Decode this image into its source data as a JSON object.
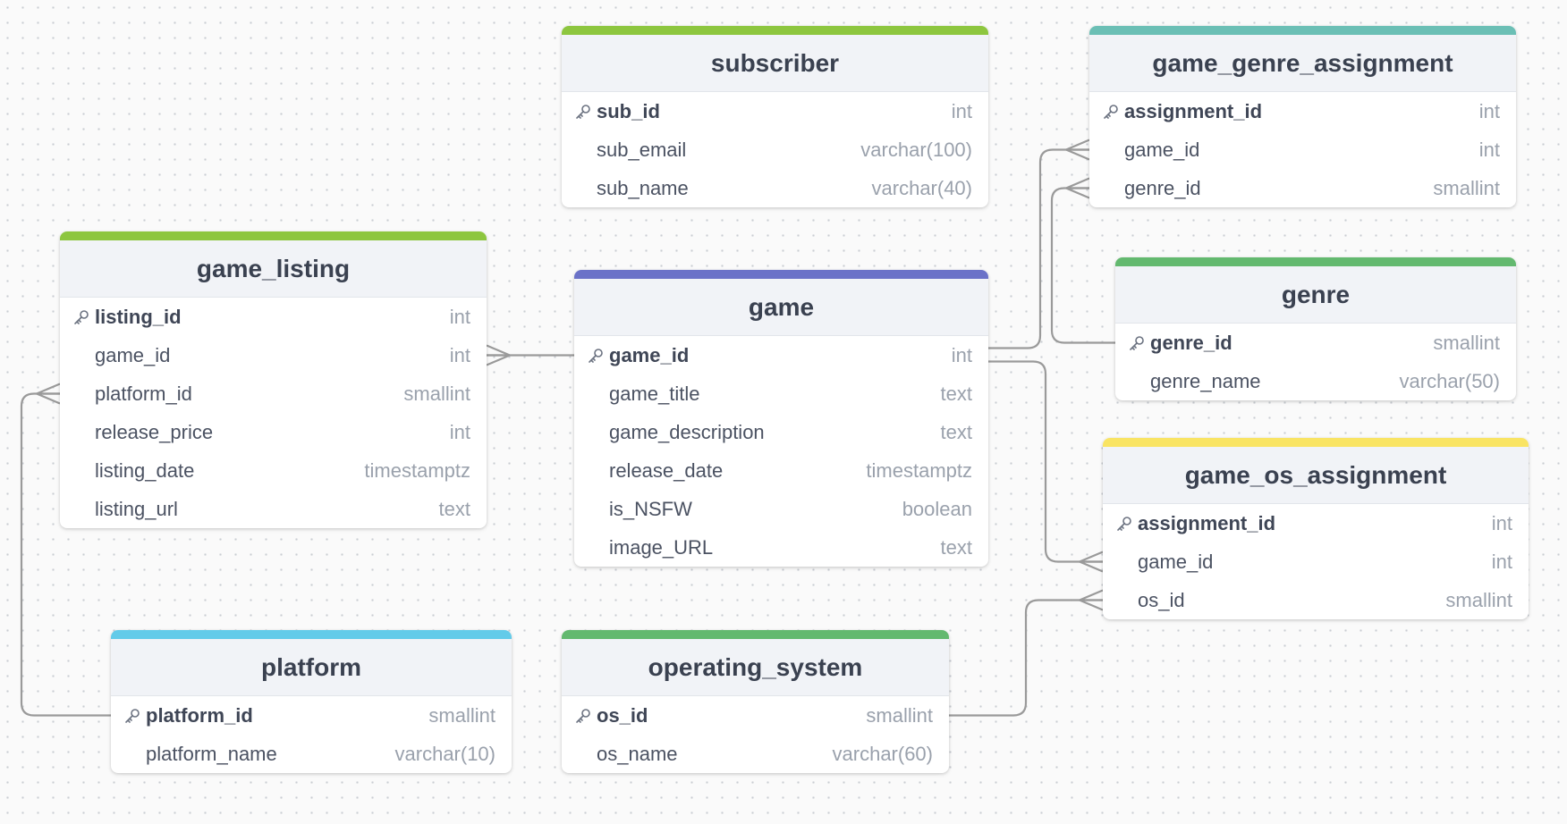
{
  "colors": {
    "line": "#9a9a9a",
    "header_bg": "#f1f3f7",
    "text": "#3a4150",
    "type_text": "#9aa1ac"
  },
  "tables": [
    {
      "id": "subscriber",
      "title": "subscriber",
      "accent": "#8dc63f",
      "columns": [
        {
          "name": "sub_id",
          "type": "int",
          "pk": true
        },
        {
          "name": "sub_email",
          "type": "varchar(100)",
          "pk": false
        },
        {
          "name": "sub_name",
          "type": "varchar(40)",
          "pk": false
        }
      ]
    },
    {
      "id": "game_genre_assignment",
      "title": "game_genre_assignment",
      "accent": "#6bbfb5",
      "columns": [
        {
          "name": "assignment_id",
          "type": "int",
          "pk": true
        },
        {
          "name": "game_id",
          "type": "int",
          "pk": false
        },
        {
          "name": "genre_id",
          "type": "smallint",
          "pk": false
        }
      ]
    },
    {
      "id": "game_listing",
      "title": "game_listing",
      "accent": "#8dc63f",
      "columns": [
        {
          "name": "listing_id",
          "type": "int",
          "pk": true
        },
        {
          "name": "game_id",
          "type": "int",
          "pk": false
        },
        {
          "name": "platform_id",
          "type": "smallint",
          "pk": false
        },
        {
          "name": "release_price",
          "type": "int",
          "pk": false
        },
        {
          "name": "listing_date",
          "type": "timestamptz",
          "pk": false
        },
        {
          "name": "listing_url",
          "type": "text",
          "pk": false
        }
      ]
    },
    {
      "id": "game",
      "title": "game",
      "accent": "#6b72c8",
      "columns": [
        {
          "name": "game_id",
          "type": "int",
          "pk": true
        },
        {
          "name": "game_title",
          "type": "text",
          "pk": false
        },
        {
          "name": "game_description",
          "type": "text",
          "pk": false
        },
        {
          "name": "release_date",
          "type": "timestamptz",
          "pk": false
        },
        {
          "name": "is_NSFW",
          "type": "boolean",
          "pk": false
        },
        {
          "name": "image_URL",
          "type": "text",
          "pk": false
        }
      ]
    },
    {
      "id": "genre",
      "title": "genre",
      "accent": "#63b96f",
      "columns": [
        {
          "name": "genre_id",
          "type": "smallint",
          "pk": true
        },
        {
          "name": "genre_name",
          "type": "varchar(50)",
          "pk": false
        }
      ]
    },
    {
      "id": "game_os_assignment",
      "title": "game_os_assignment",
      "accent": "#f9e463",
      "columns": [
        {
          "name": "assignment_id",
          "type": "int",
          "pk": true
        },
        {
          "name": "game_id",
          "type": "int",
          "pk": false
        },
        {
          "name": "os_id",
          "type": "smallint",
          "pk": false
        }
      ]
    },
    {
      "id": "platform",
      "title": "platform",
      "accent": "#63cbe9",
      "columns": [
        {
          "name": "platform_id",
          "type": "smallint",
          "pk": true
        },
        {
          "name": "platform_name",
          "type": "varchar(10)",
          "pk": false
        }
      ]
    },
    {
      "id": "operating_system",
      "title": "operating_system",
      "accent": "#63b96f",
      "columns": [
        {
          "name": "os_id",
          "type": "smallint",
          "pk": true
        },
        {
          "name": "os_name",
          "type": "varchar(60)",
          "pk": false
        }
      ]
    }
  ],
  "relationships": [
    {
      "from": "game.game_id",
      "to": "game_listing.game_id",
      "cardinality": "one-to-many"
    },
    {
      "from": "game.game_id",
      "to": "game_genre_assignment.game_id",
      "cardinality": "one-to-many"
    },
    {
      "from": "genre.genre_id",
      "to": "game_genre_assignment.genre_id",
      "cardinality": "one-to-many"
    },
    {
      "from": "game.game_id",
      "to": "game_os_assignment.game_id",
      "cardinality": "one-to-many"
    },
    {
      "from": "operating_system.os_id",
      "to": "game_os_assignment.os_id",
      "cardinality": "one-to-many"
    },
    {
      "from": "platform.platform_id",
      "to": "game_listing.platform_id",
      "cardinality": "one-to-many"
    }
  ]
}
